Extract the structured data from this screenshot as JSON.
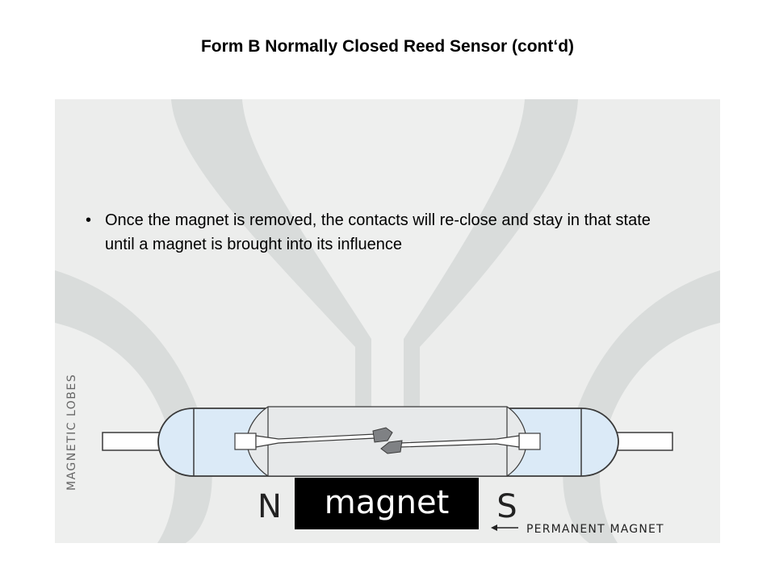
{
  "slide": {
    "title": "Form B Normally Closed Reed Sensor (cont‘d)"
  },
  "bullets": [
    {
      "marker": "•",
      "text": "Once the magnet is removed, the contacts will re-close and stay in that state until a magnet is brought into its influence"
    }
  ],
  "diagram": {
    "side_label": "MAGNETIC LOBES",
    "magnet_label": "magnet",
    "north_label": "N",
    "south_label": "S",
    "permanent_label": "PERMANENT MAGNET",
    "colors": {
      "lobe_outer": "#d9dcdb",
      "lobe_inner": "#ecedec",
      "glass": "#dbeaf7",
      "magnet_body": "#000000",
      "contact": "#7f8184"
    }
  }
}
